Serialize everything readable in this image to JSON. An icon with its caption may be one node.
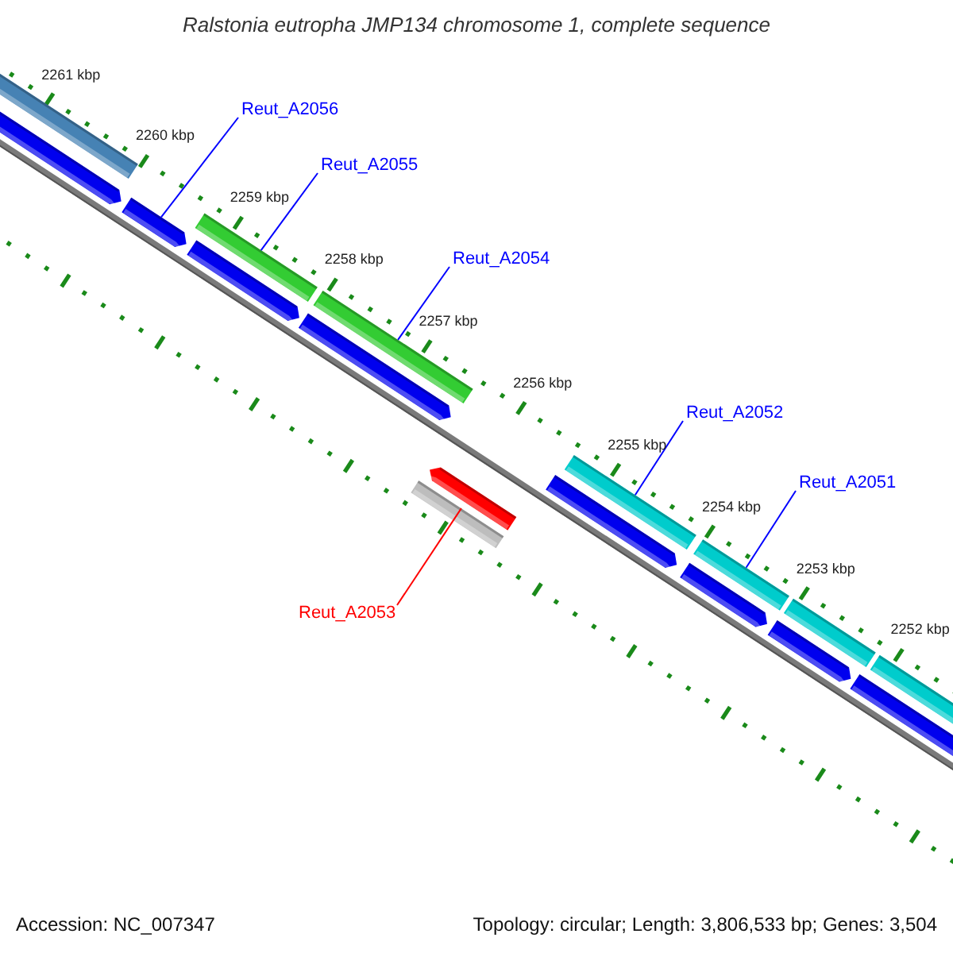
{
  "diagram": {
    "title": "Ralstonia eutropha JMP134 chromosome 1, complete sequence",
    "nodes": [
      {
        "text": [
          "Reut_A2056"
        ]
      },
      {
        "text": [
          "Reut_A2055"
        ]
      },
      {
        "text": [
          "Reut_A2054"
        ]
      },
      {
        "text": [
          "Reut_A2052"
        ]
      },
      {
        "text": [
          "Reut_A2051"
        ]
      },
      {
        "text": [
          "Reut_A2053"
        ]
      },
      {
        "text": [],
        "shape": "bar"
      },
      {
        "text": [],
        "shape": "arrow"
      },
      {
        "text": [],
        "shape": "arrow"
      },
      {
        "text": [],
        "shape": "bar"
      },
      {
        "text": [],
        "shape": "arrow"
      },
      {
        "text": [],
        "shape": "bar"
      },
      {
        "text": [],
        "shape": "arrow"
      },
      {
        "text": [],
        "shape": "bar"
      },
      {
        "text": [],
        "shape": "arrow"
      },
      {
        "text": [],
        "shape": "arrow"
      },
      {
        "text": [],
        "shape": "bar"
      },
      {
        "text": [],
        "shape": "bar"
      },
      {
        "text": [],
        "shape": "arrow"
      },
      {
        "text": [],
        "shape": "arrow"
      },
      {
        "text": [],
        "shape": "bar"
      },
      {
        "text": [],
        "shape": "arrow"
      },
      {
        "text": [],
        "shape": "bar"
      }
    ],
    "edges": [
      {
        "from": 0,
        "to": 8,
        "arrow": "none"
      },
      {
        "from": 1,
        "to": 9,
        "arrow": "none"
      },
      {
        "from": 2,
        "to": 11,
        "arrow": "none"
      },
      {
        "from": 3,
        "to": 16,
        "arrow": "none"
      },
      {
        "from": 4,
        "to": 17,
        "arrow": "none"
      },
      {
        "from": 5,
        "to": 13,
        "arrow": "none",
        "color": "#ff0000"
      }
    ],
    "labels": [
      "2261 kbp",
      "2260 kbp",
      "2259 kbp",
      "2258 kbp",
      "2257 kbp",
      "2256 kbp",
      "2255 kbp",
      "2254 kbp",
      "2253 kbp",
      "2252 kbp",
      "Accession: NC_007347",
      "Topology: circular; Length: 3,806,533 bp; Genes: 3,504"
    ]
  }
}
